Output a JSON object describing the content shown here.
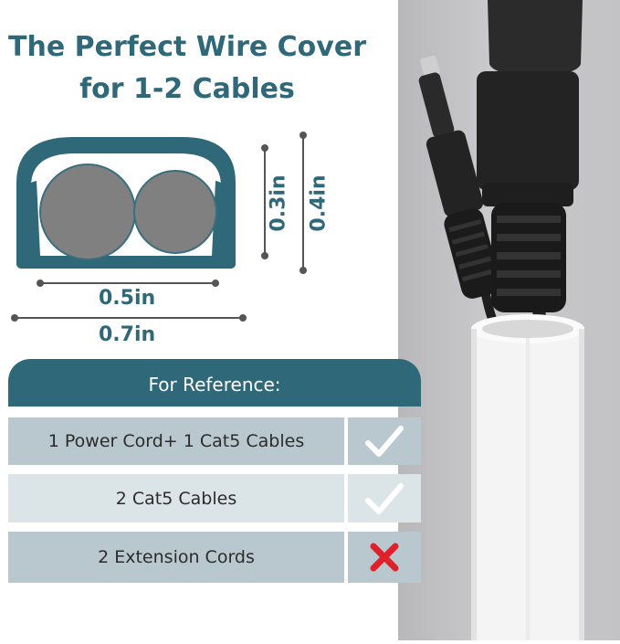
{
  "title": {
    "line1": "The Perfect Wire Cover",
    "line2": "for 1-2 Cables"
  },
  "dimensions": {
    "inner_width": "0.5in",
    "outer_width": "0.7in",
    "inner_height": "0.3in",
    "outer_height": "0.4in"
  },
  "reference": {
    "header": "For Reference:",
    "rows": [
      {
        "label": "1 Power Cord+ 1 Cat5 Cables",
        "status": "check-icon"
      },
      {
        "label": "2 Cat5 Cables",
        "status": "check-icon"
      },
      {
        "label": "2 Extension Cords",
        "status": "x-icon"
      }
    ]
  },
  "colors": {
    "brand_teal": "#2f6878",
    "row_dark": "#b8c8ce",
    "row_light": "#dbe4e7",
    "check": "#ffffff",
    "cross": "#e0202a"
  }
}
